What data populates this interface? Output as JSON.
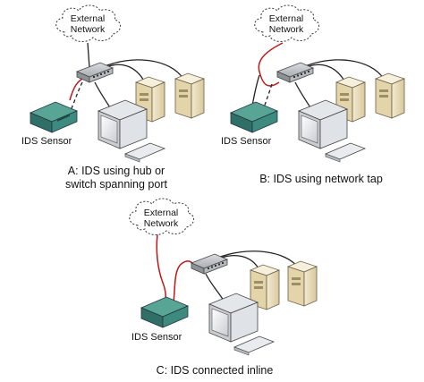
{
  "colors": {
    "normal_link": "#222222",
    "monitor_link": "#c01818",
    "tap_link": "#444444",
    "sensor_body": "#3d8a7e",
    "hub_body": "#9aa0a6",
    "pc_beige": "#e9dcb8"
  },
  "icons": [
    "cloud-icon",
    "hub-icon",
    "ids-sensor-icon",
    "server-tower-icon",
    "monitor-icon",
    "keyboard-icon"
  ],
  "panels": {
    "a": {
      "cloud_label": "External\nNetwork",
      "sensor_label": "IDS Sensor",
      "caption_line1": "A:  IDS using hub or",
      "caption_line2": "switch spanning port"
    },
    "b": {
      "cloud_label": "External\nNetwork",
      "sensor_label": "IDS Sensor",
      "caption": "B:  IDS using network tap"
    },
    "c": {
      "cloud_label": "External\nNetwork",
      "sensor_label": "IDS Sensor",
      "caption": "C:  IDS connected inline"
    }
  }
}
